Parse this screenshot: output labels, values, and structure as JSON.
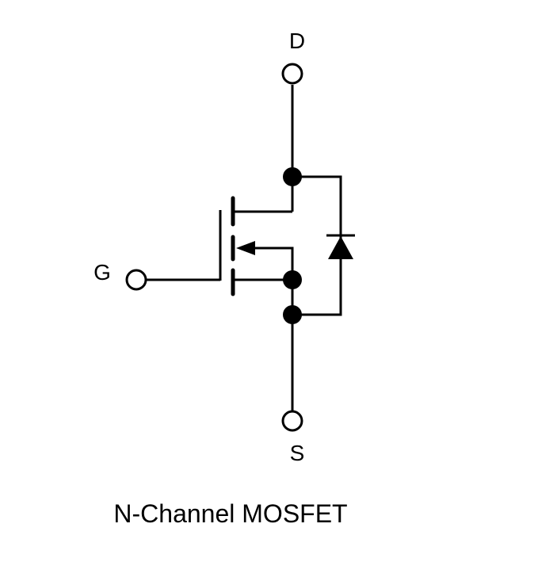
{
  "terminals": {
    "drain": "D",
    "gate": "G",
    "source": "S"
  },
  "caption": "N-Channel MOSFET"
}
